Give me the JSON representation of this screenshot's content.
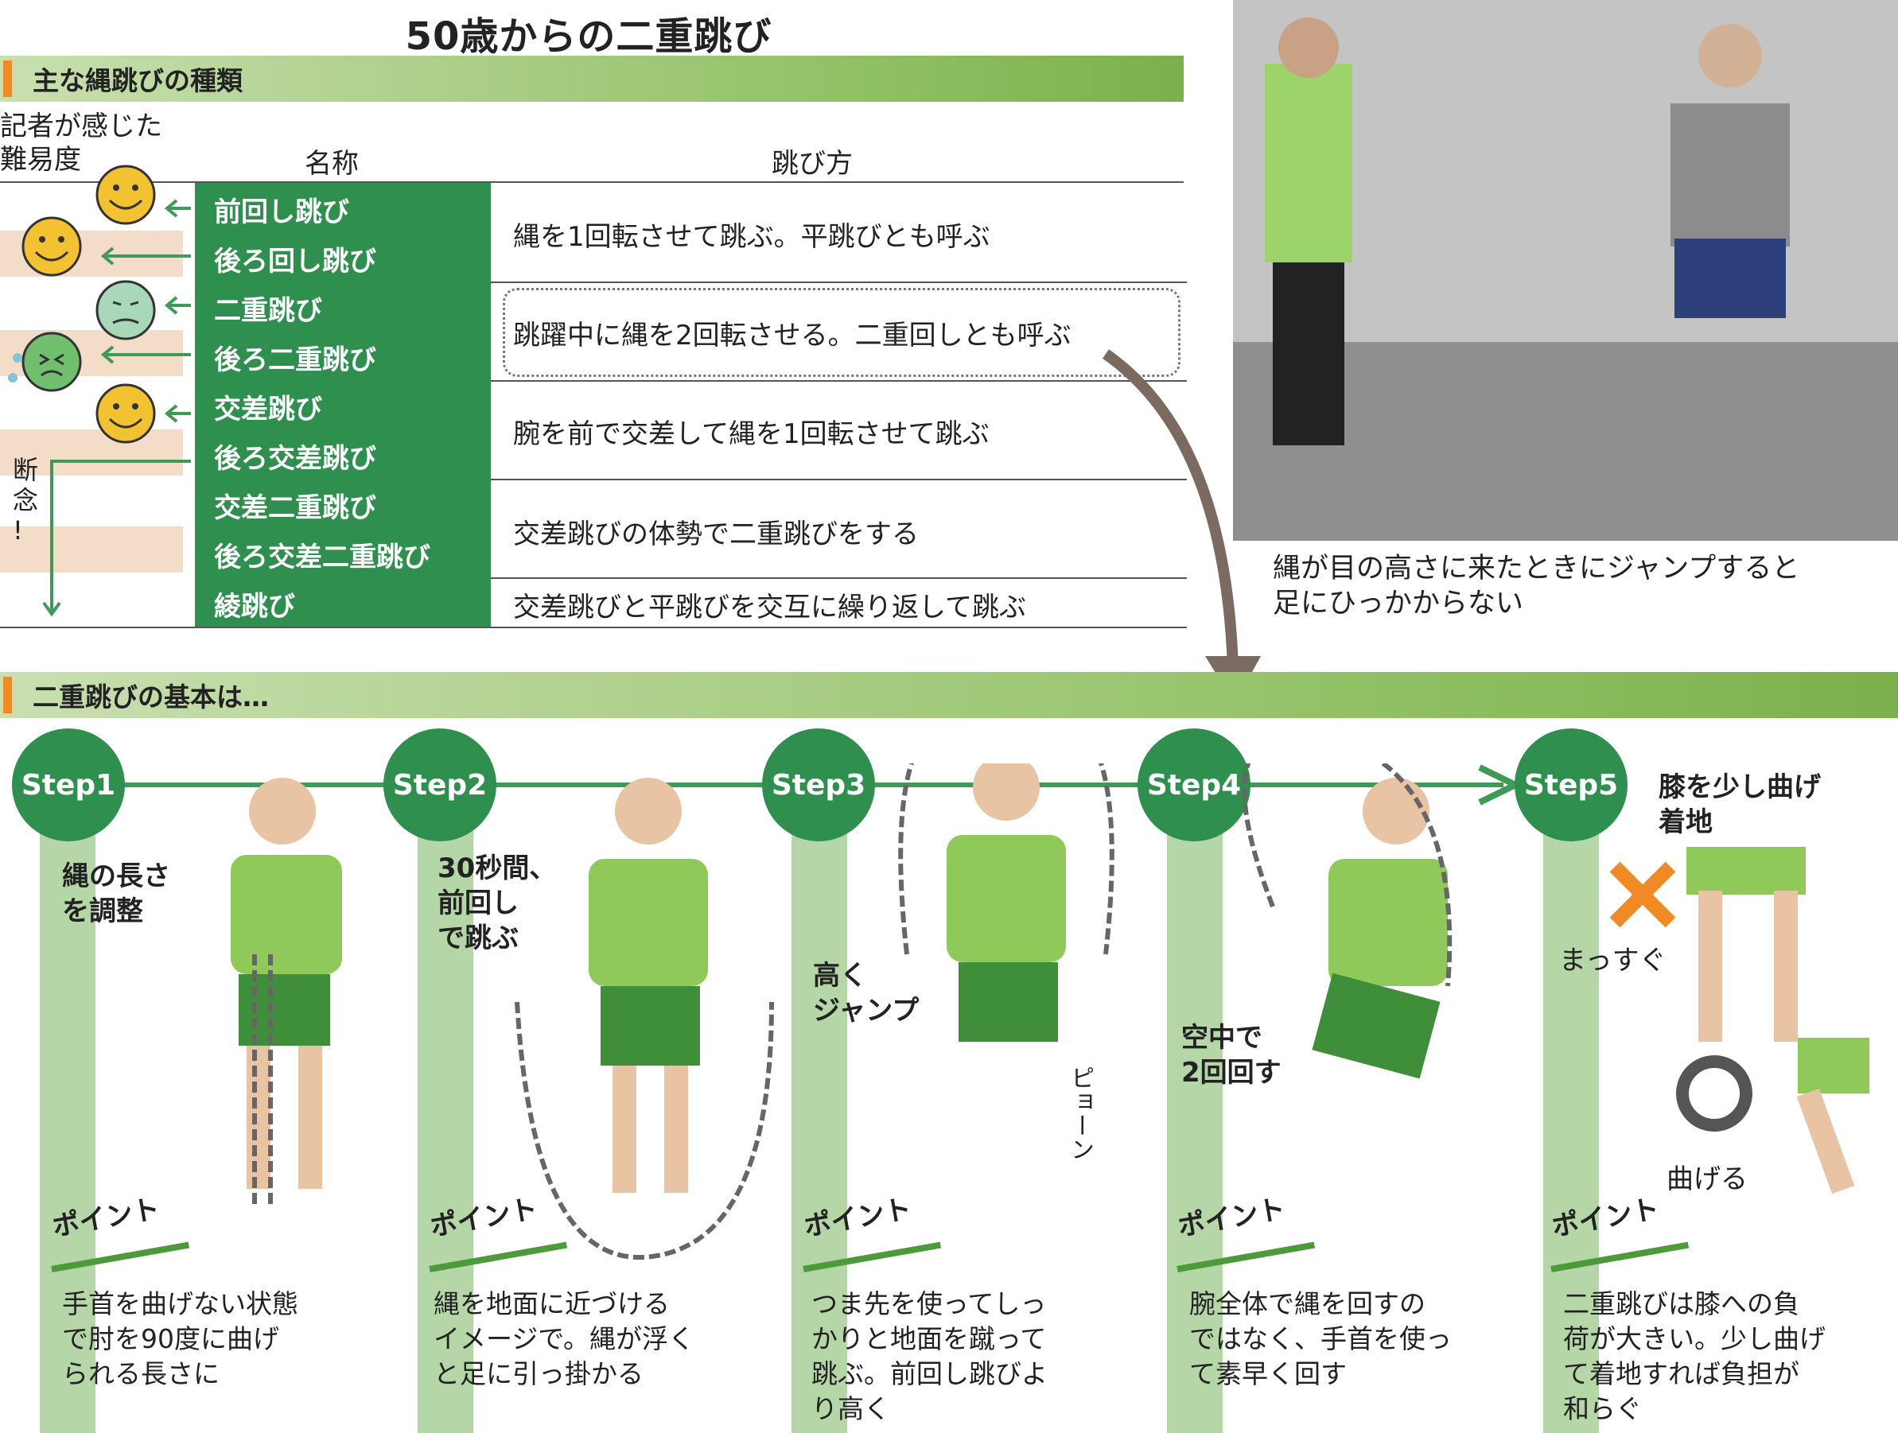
{
  "title": "50歳からの二重跳び",
  "section1": {
    "label": "主な縄跳びの種類"
  },
  "table": {
    "difficulty_label": "記者が感じた\n難易度",
    "col_name": "名称",
    "col_method": "跳び方",
    "rows": [
      {
        "name": "前回し跳び"
      },
      {
        "name": "後ろ回し跳び"
      },
      {
        "name": "二重跳び"
      },
      {
        "name": "後ろ二重跳び"
      },
      {
        "name": "交差跳び"
      },
      {
        "name": "後ろ交差跳び"
      },
      {
        "name": "交差二重跳び"
      },
      {
        "name": "後ろ交差二重跳び"
      },
      {
        "name": "綾跳び"
      }
    ],
    "descriptions": [
      "縄を1回転させて跳ぶ。平跳びとも呼ぶ",
      "跳躍中に縄を2回転させる。二重回しとも呼ぶ",
      "腕を前で交差して縄を1回転させて跳ぶ",
      "交差跳びの体勢で二重跳びをする",
      "交差跳びと平跳びを交互に繰り返して跳ぶ"
    ],
    "giveup": "断\n念\n!"
  },
  "photo_caption": "縄が目の高さに来たときにジャンプすると\n足にひっかからない",
  "section2": {
    "label": "二重跳びの基本は…"
  },
  "steps": [
    {
      "label": "Step1",
      "caption": "縄の長さ\nを調整",
      "point": "ポイント",
      "note": "手首を曲げない状態\nで肘を90度に曲げ\nられる長さに"
    },
    {
      "label": "Step2",
      "caption": "30秒間、\n前回し\nで跳ぶ",
      "point": "ポイント",
      "note": "縄を地面に近づける\nイメージで。縄が浮く\nと足に引っ掛かる"
    },
    {
      "label": "Step3",
      "caption": "高く\nジャンプ",
      "sfx": "ピョーン",
      "point": "ポイント",
      "note": "つま先を使ってしっ\nかりと地面を蹴って\n跳ぶ。前回し跳びよ\nり高く"
    },
    {
      "label": "Step4",
      "caption": "空中で\n2回回す",
      "point": "ポイント",
      "note": "腕全体で縄を回すの\nではなく、手首を使っ\nて素早く回す"
    },
    {
      "label": "Step5",
      "caption": "膝を少し曲げ\n着地",
      "bad": "まっすぐ",
      "good": "曲げる",
      "point": "ポイント",
      "note": "二重跳びは膝への負\n荷が大きい。少し曲げ\nて着地すれば負担が\n和らぐ"
    }
  ]
}
